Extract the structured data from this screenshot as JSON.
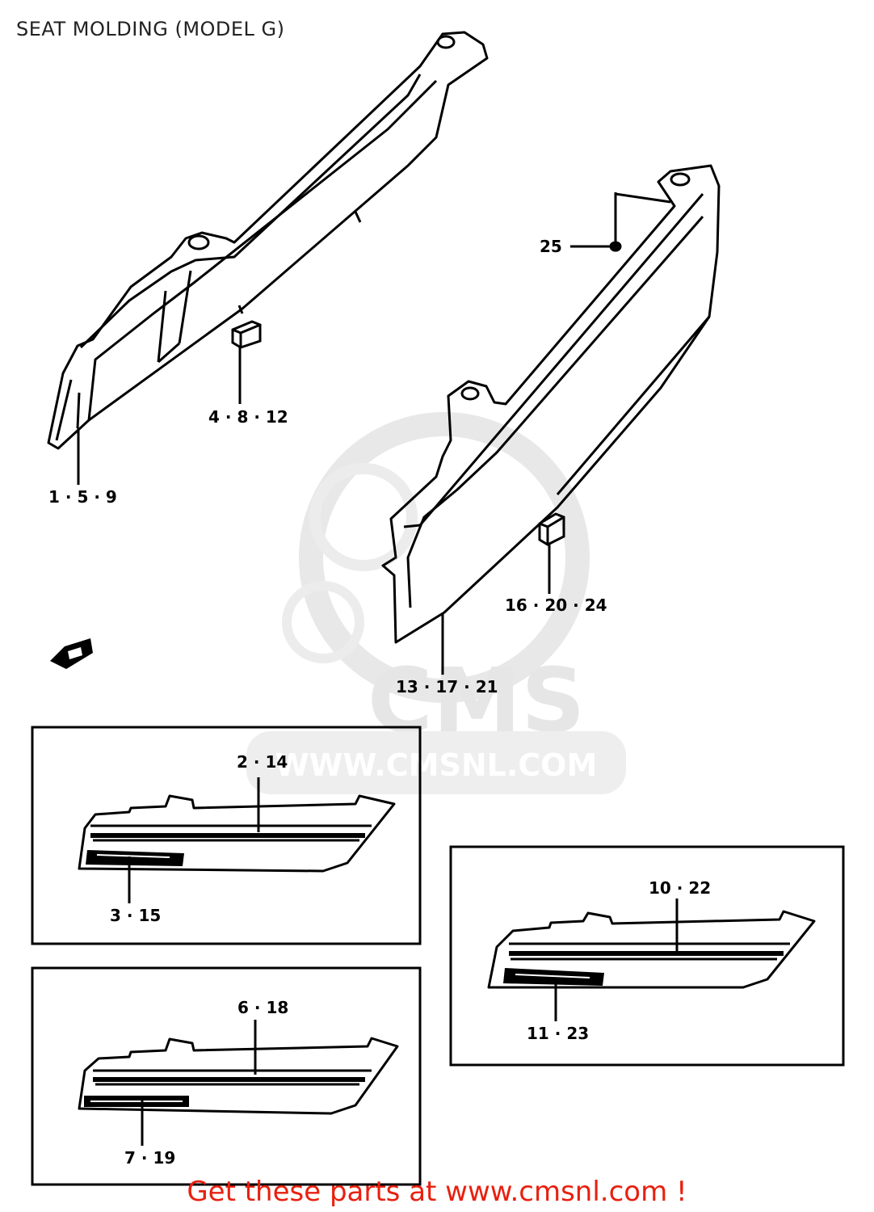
{
  "title": "SEAT MOLDING (MODEL G)",
  "watermark": {
    "brand": "CMS",
    "url": "WWW.CMSNL.COM"
  },
  "callouts": {
    "c1": "1 · 5 · 9",
    "c2": "4 · 8 · 12",
    "c3": "25",
    "c4": "16 · 20 · 24",
    "c5": "13 · 17 · 21",
    "c6": "2 · 14",
    "c7": "3 · 15",
    "c8": "10 · 22",
    "c9": "11 · 23",
    "c10": "6 · 18",
    "c11": "7 · 19"
  },
  "footer": "Get these parts at www.cmsnl.com !",
  "colors": {
    "footer": "#e8200f",
    "line": "#000000",
    "watermark": "#e6e6e6"
  }
}
